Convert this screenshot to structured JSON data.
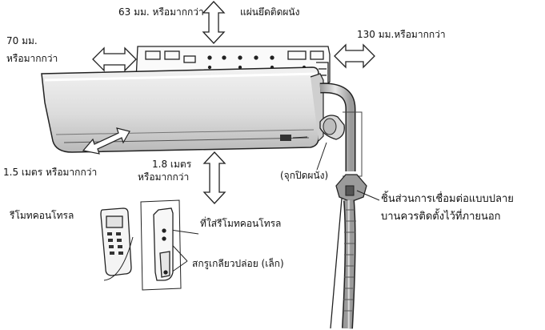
{
  "labels": {
    "top_clearance": "63 มม. หรือมากกว่า",
    "mounting_plate": "แผ่นยึดติดผนัง",
    "left_clearance_1": "70  มม.",
    "left_clearance_2": "หรือมากกว่า",
    "right_clearance": "130 มม.หรือมากกว่า",
    "front_clearance": "1.5 เมตร หรือมากกว่า",
    "floor_clearance_1": "1.8  เมตร",
    "floor_clearance_2": "หรือมากกว่า",
    "wall_cap": "(จุกปิดผนัง)",
    "flare_connection_1": "ชิ้นส่วนการเชื่อมต่อแบบปลาย",
    "flare_connection_2": "บานควรติดตั้งไว้ที่ภายนอก",
    "remote_control": "รีโมทคอนโทรล",
    "remote_holder": "ที่ใส่รีโมทคอนโทรล",
    "tapping_screws": "สกรูเกลียวปล่อย  (เล็ก)"
  }
}
